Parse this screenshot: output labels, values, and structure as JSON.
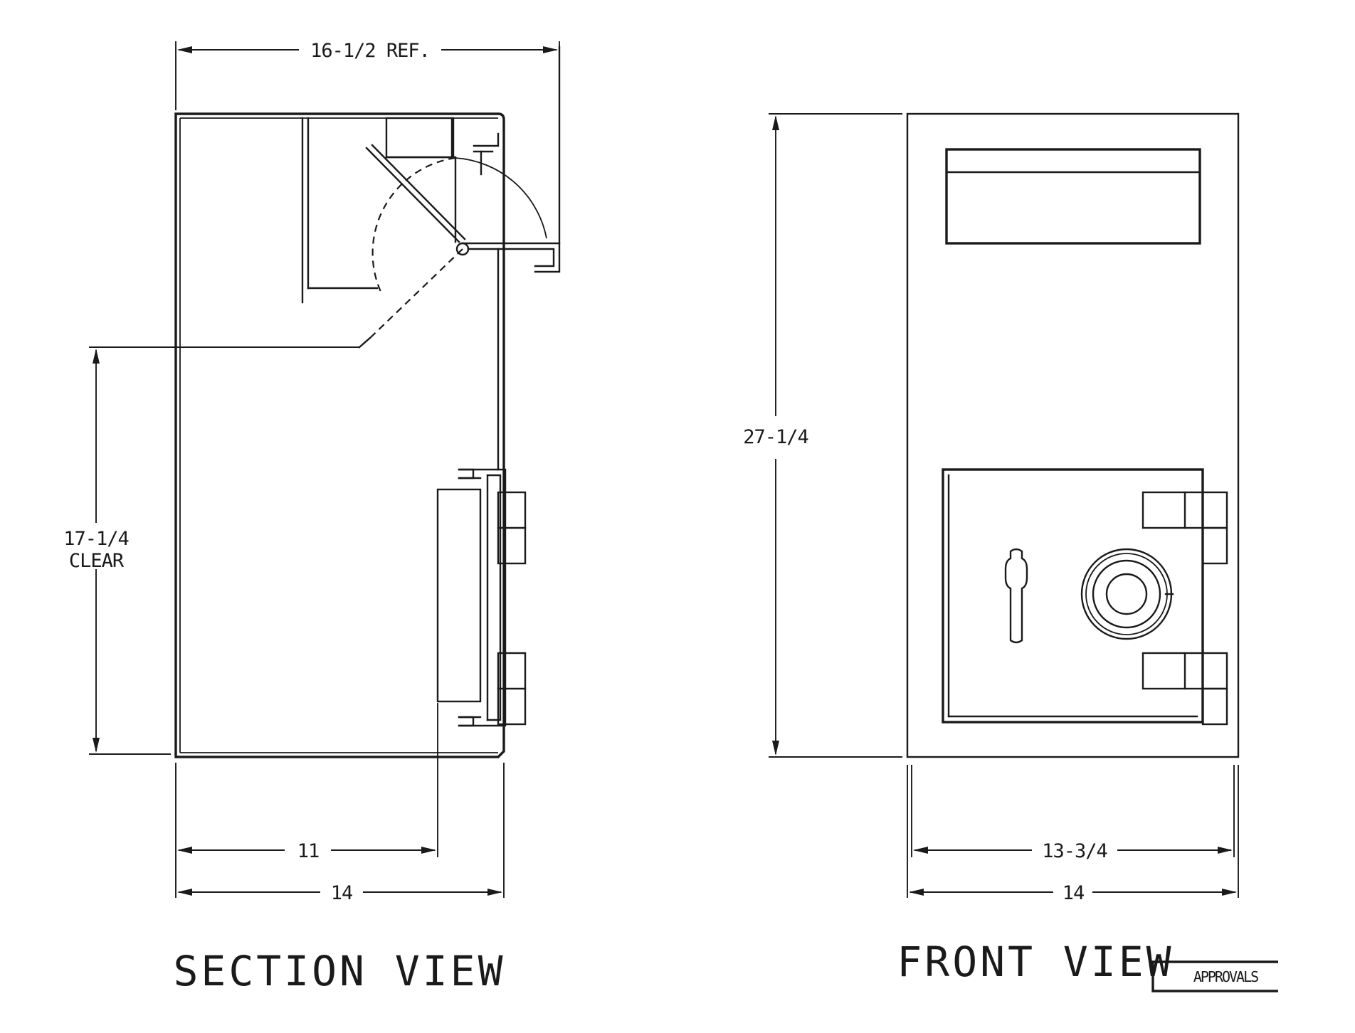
{
  "section_view": {
    "title": "SECTION VIEW",
    "dim_top": "16-1/2 REF.",
    "dim_clear_line1": "17-1/4",
    "dim_clear_line2": "CLEAR",
    "dim_inner": "11",
    "dim_outer": "14"
  },
  "front_view": {
    "title": "FRONT VIEW",
    "dim_height": "27-1/4",
    "dim_inner": "13-3/4",
    "dim_outer": "14"
  },
  "title_block": {
    "label": "APPROVALS"
  }
}
